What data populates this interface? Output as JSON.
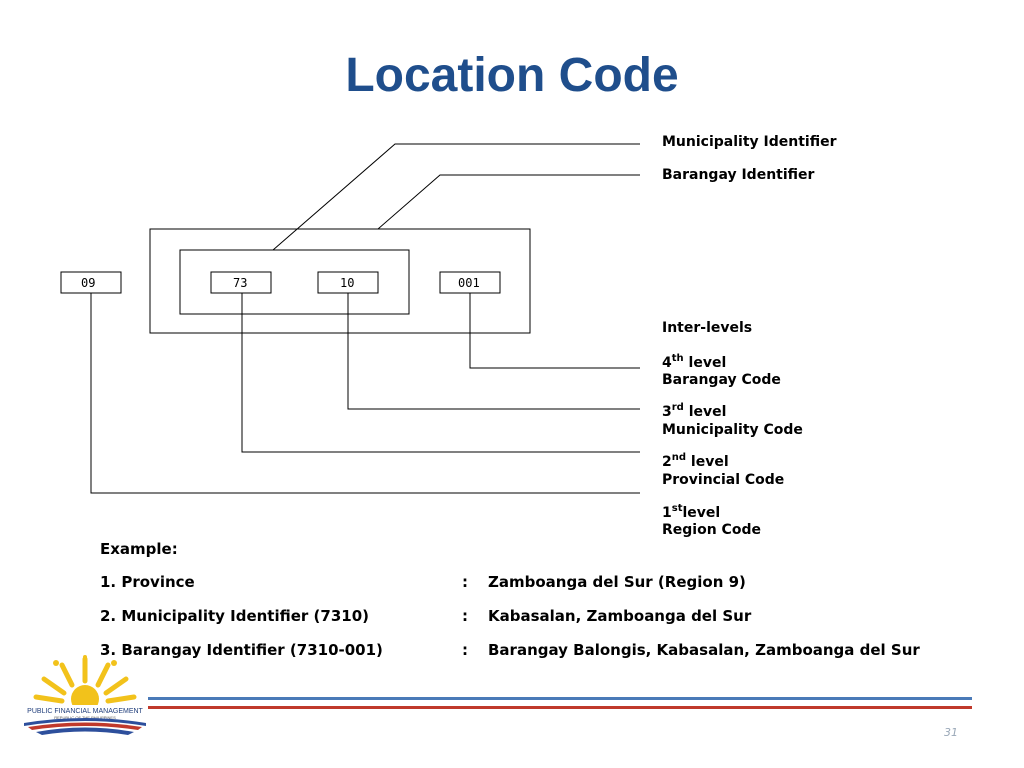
{
  "title": "Location Code",
  "codes": {
    "region": "09",
    "province": "73",
    "municipality": "10",
    "barangay": "001"
  },
  "labels": {
    "municipality_identifier": "Municipality Identifier",
    "barangay_identifier": "Barangay Identifier",
    "inter_levels": "Inter-levels",
    "level4_num": "4",
    "level4_sup": "th",
    "level4_word": " level",
    "level4_name": "Barangay Code",
    "level3_num": "3",
    "level3_sup": "rd",
    "level3_word": " level",
    "level3_name": "Municipality Code",
    "level2_num": "2",
    "level2_sup": "nd",
    "level2_word": " level",
    "level2_name": "Provincial Code",
    "level1_num": "1",
    "level1_sup": "st",
    "level1_word": "level",
    "level1_name": "Region Code"
  },
  "example": {
    "heading": "Example:",
    "rows": [
      {
        "left": "1. Province",
        "colon": ":",
        "right": "Zamboanga del Sur  (Region 9)"
      },
      {
        "left": "2. Municipality Identifier (7310)",
        "colon": ":",
        "right": "Kabasalan, Zamboanga del Sur"
      },
      {
        "left": "3. Barangay Identifier (7310-001)",
        "colon": ":",
        "right": "Barangay Balongis, Kabasalan, Zamboanga del Sur"
      }
    ]
  },
  "logo": {
    "text_main": "PUBLIC FINANCIAL MANAGEMENT",
    "text_sub": "REPUBLIC OF THE PHILIPPINES"
  },
  "page_number": "31",
  "colors": {
    "title": "#1f4e8c",
    "footer_blue": "#4a7ab8",
    "footer_red": "#c0392b",
    "sun": "#f2c21b"
  }
}
